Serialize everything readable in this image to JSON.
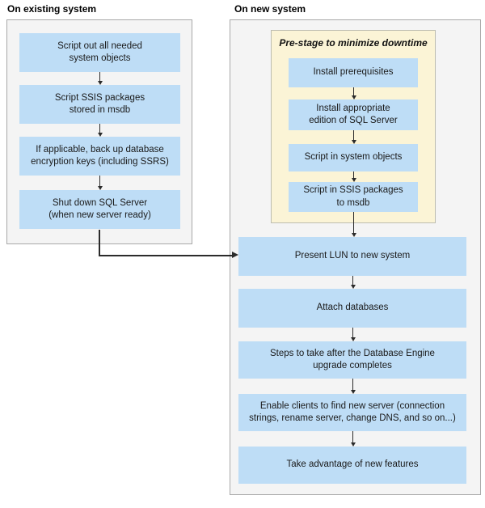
{
  "left_panel": {
    "title": "On existing system",
    "steps": [
      "Script out all needed\nsystem objects",
      "Script SSIS packages\nstored in msdb",
      "If applicable, back up database\nencryption keys (including SSRS)",
      "Shut down SQL Server\n(when new server ready)"
    ]
  },
  "right_panel": {
    "title": "On new system",
    "prestage": {
      "title": "Pre-stage to minimize downtime",
      "steps": [
        "Install prerequisites",
        "Install appropriate\nedition of SQL Server",
        "Script in system objects",
        "Script in SSIS packages\nto msdb"
      ]
    },
    "steps": [
      "Present LUN to new system",
      "Attach databases",
      "Steps to take after the Database Engine\nupgrade completes",
      "Enable clients to find new server (connection\nstrings, rename server, change DNS, and so on...)",
      "Take advantage of new features"
    ]
  },
  "colors": {
    "step_box_fill": "#beddf6",
    "prestage_fill": "#fbf4d6",
    "prestage_border": "#bdbdb0",
    "panel_fill": "#f4f4f4",
    "panel_border": "#a9a9a9",
    "arrow": "#2b2b2b",
    "text": "#1a1a1a"
  }
}
